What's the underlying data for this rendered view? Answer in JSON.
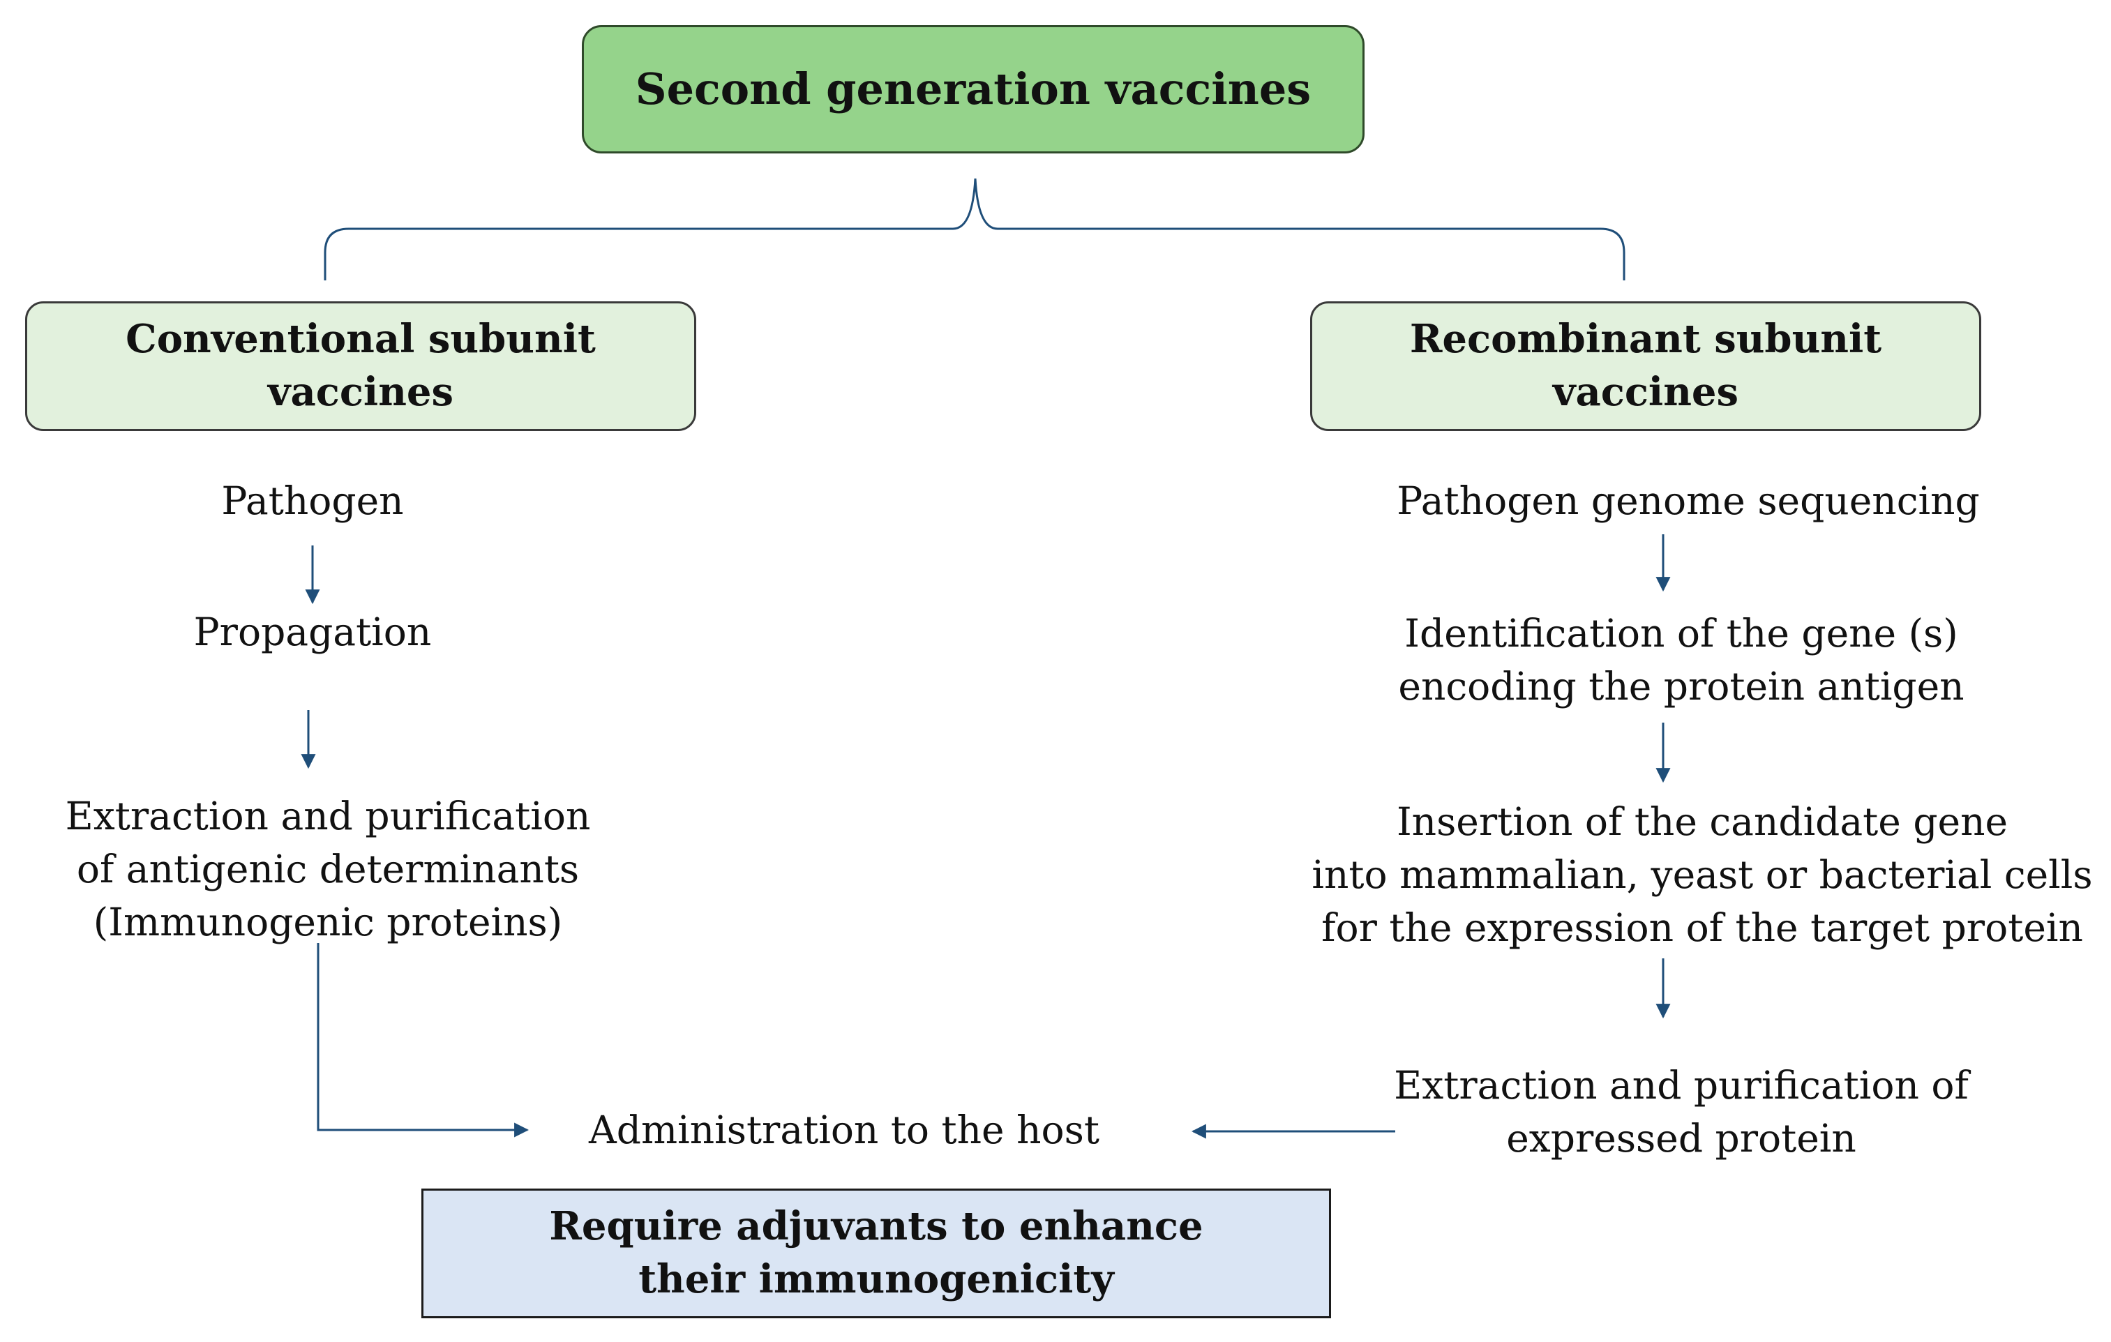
{
  "root": {
    "label": "Second generation vaccines"
  },
  "branches": [
    {
      "title_lines": [
        "Conventional subunit",
        "vaccines"
      ],
      "steps": [
        {
          "lines": [
            "Pathogen"
          ]
        },
        {
          "lines": [
            "Propagation"
          ]
        },
        {
          "lines": [
            "Extraction and purification",
            "of antigenic determinants",
            "(Immunogenic proteins)"
          ]
        }
      ]
    },
    {
      "title_lines": [
        "Recombinant subunit vaccines"
      ],
      "steps": [
        {
          "lines": [
            "Pathogen genome sequencing"
          ]
        },
        {
          "lines": [
            "Identification of the gene (s)",
            "encoding the protein antigen"
          ]
        },
        {
          "lines": [
            "Insertion of the candidate gene",
            "into mammalian, yeast or bacterial cells",
            "for the expression of the target protein"
          ]
        },
        {
          "lines": [
            "Extraction and purification of",
            "expressed protein"
          ]
        }
      ]
    }
  ],
  "outcome": {
    "label": "Administration to the host",
    "note_lines": [
      "Require adjuvants to enhance",
      "their immunogenicity"
    ]
  },
  "colors": {
    "root_fill": "#95d38b",
    "branch_fill": "#e2f1dd",
    "note_fill": "#dae5f4",
    "connector": "#1f4e79"
  }
}
